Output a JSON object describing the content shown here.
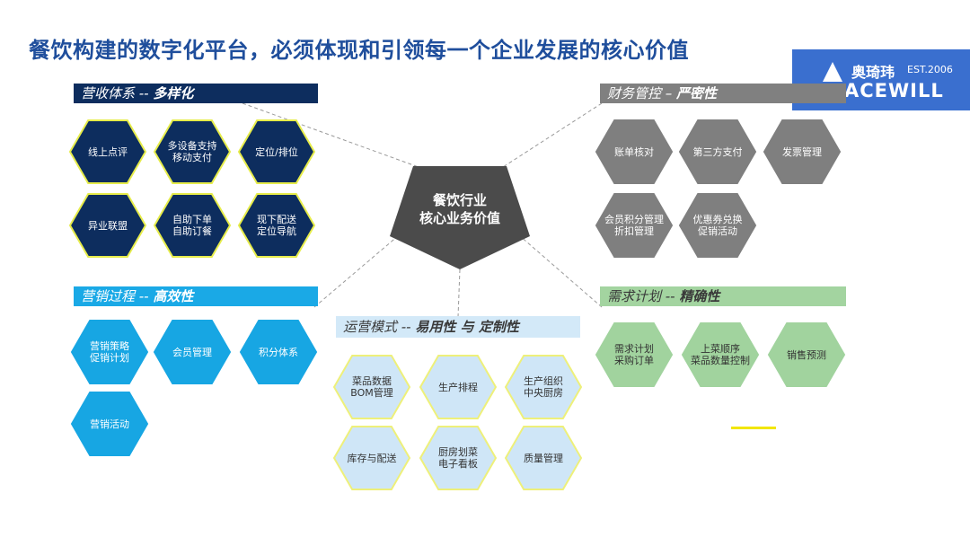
{
  "title": "餐饮构建的数字化平台，必须体现和引领每一个企业发展的核心价值",
  "logo": {
    "cn": "奥琦玮",
    "est": "EST.2006",
    "en": "ACEWILL"
  },
  "center": {
    "label": "餐饮行业\n核心业务价值",
    "fill": "#4b4b4b"
  },
  "groups": [
    {
      "id": "revenue",
      "prefix": "营收体系 -- ",
      "emph": "多样化",
      "band_color": "#0d2d5e",
      "text_color": "#ffffff",
      "hex_fill": "#0d2d5e",
      "hex_stroke": "#e6ec4a",
      "hex_text": "#ffffff",
      "items": [
        "线上点评",
        "多设备支持\n移动支付",
        "定位/排位",
        "异业联盟",
        "自助下单\n自助订餐",
        "现下配送\n定位导航"
      ]
    },
    {
      "id": "finance",
      "prefix": "财务管控 – ",
      "emph": "严密性",
      "band_color": "#808080",
      "text_color": "#ffffff",
      "hex_fill": "#7f7f7f",
      "hex_stroke": "#7f7f7f",
      "hex_text": "#ffffff",
      "items": [
        "账单核对",
        "第三方支付",
        "发票管理",
        "会员积分管理\n折扣管理",
        "优惠券兑换\n促销活动"
      ]
    },
    {
      "id": "marketing",
      "prefix": "营销过程 -- ",
      "emph": "高效性",
      "band_color": "#1aa9e6",
      "text_color": "#ffffff",
      "hex_fill": "#17a6e3",
      "hex_stroke": "#17a6e3",
      "hex_text": "#ffffff",
      "items": [
        "营销策略\n促销计划",
        "会员管理",
        "积分体系",
        "营销活动"
      ]
    },
    {
      "id": "operation",
      "prefix": "运营模式 -- ",
      "emph": "易用性 与 定制性",
      "band_color": "#d3e9f8",
      "text_color": "#3a3a3a",
      "hex_fill": "#cfe6f7",
      "hex_stroke": "#eef07a",
      "hex_text": "#333333",
      "items": [
        "菜品数据\nBOM管理",
        "生产排程",
        "生产组织\n中央厨房",
        "库存与配送",
        "厨房划菜\n电子看板",
        "质量管理"
      ]
    },
    {
      "id": "demand",
      "prefix": "需求计划 -- ",
      "emph": "精确性",
      "band_color": "#a3d4a0",
      "text_color": "#3a3a3a",
      "hex_fill": "#a1d39e",
      "hex_stroke": "#a1d39e",
      "hex_text": "#333333",
      "items": [
        "需求计划\n采购订单",
        "上菜顺序\n菜品数量控制",
        "销售预测"
      ]
    }
  ]
}
